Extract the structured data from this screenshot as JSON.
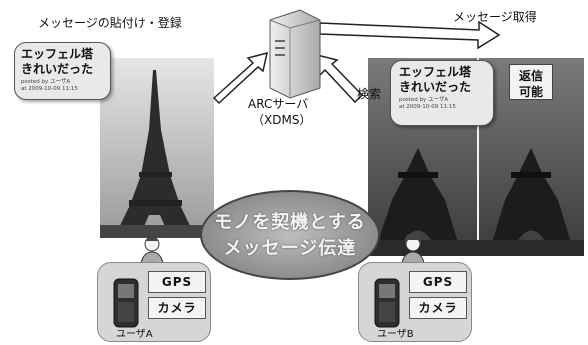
{
  "labels": {
    "post_register": "メッセージの貼付け・登録",
    "get_message": "メッセージ取得",
    "search": "検索",
    "server_line1": "ARCサーバ",
    "server_line2": "（XDMS）"
  },
  "bubble_left": {
    "line1": "エッフェル塔",
    "line2": "きれいだった",
    "meta1": "posted by ユーザA",
    "meta2": "at 2009-10-09 11:15"
  },
  "bubble_right": {
    "line1": "エッフェル塔",
    "line2": "きれいだった",
    "meta1": "posted by ユーザA",
    "meta2": "at 2009-10-09 11:15"
  },
  "reply_box": {
    "line1": "返信",
    "line2": "可能"
  },
  "center": {
    "line1": "モノを契機とする",
    "line2": "メッセージ伝達"
  },
  "user_a": {
    "name": "ユーザA",
    "gps": "GPS",
    "camera": "カメラ"
  },
  "user_b": {
    "name": "ユーザB",
    "gps": "GPS",
    "camera": "カメラ"
  }
}
